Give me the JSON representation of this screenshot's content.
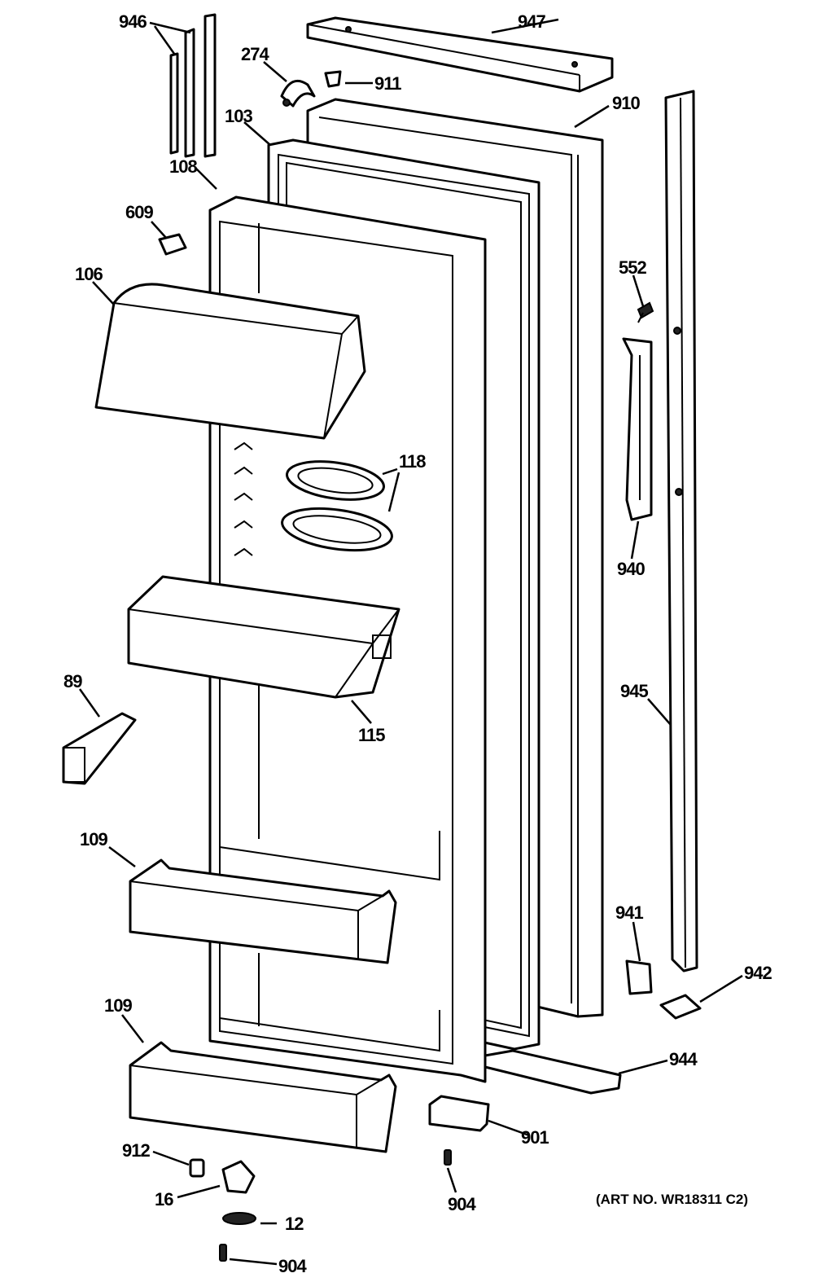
{
  "callouts": {
    "c946": "946",
    "c947": "947",
    "c274": "274",
    "c911": "911",
    "c910": "910",
    "c103": "103",
    "c108": "108",
    "c609": "609",
    "c106": "106",
    "c552": "552",
    "c118": "118",
    "c940": "940",
    "c89": "89",
    "c115": "115",
    "c945": "945",
    "c109a": "109",
    "c941": "941",
    "c942": "942",
    "c109b": "109",
    "c944": "944",
    "c901": "901",
    "c912": "912",
    "c16": "16",
    "c904a": "904",
    "c12": "12",
    "c904b": "904"
  },
  "art_number": "(ART NO. WR18311 C2)"
}
